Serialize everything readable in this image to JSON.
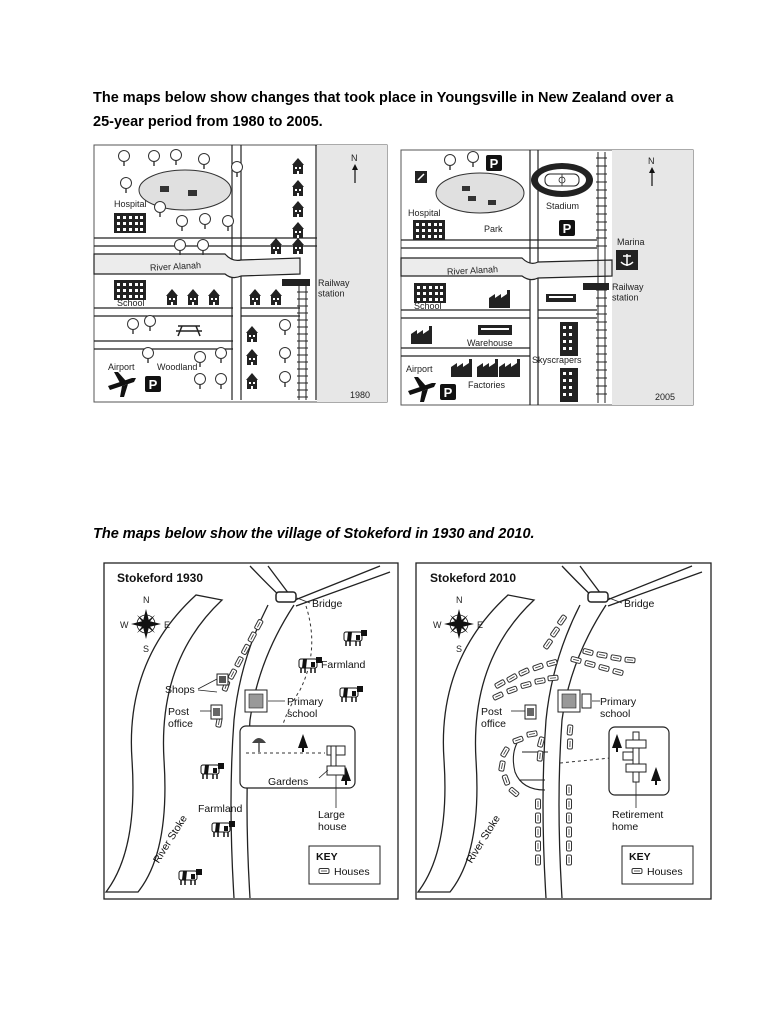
{
  "captions": {
    "youngsville": "The maps below show changes that took place in Youngsville in New Zealand over a 25-year period from 1980 to 2005.",
    "stokeford": "The maps below show the village of Stokeford in 1930 and 2010."
  },
  "youngsville_1980": {
    "year": "1980",
    "labels": {
      "north": "N",
      "hospital": "Hospital",
      "river": "River Alanah",
      "railway_station": "Railway station",
      "school": "School",
      "airport": "Airport",
      "woodland": "Woodland"
    }
  },
  "youngsville_2005": {
    "year": "2005",
    "labels": {
      "north": "N",
      "hospital": "Hospital",
      "park": "Park",
      "stadium": "Stadium",
      "marina": "Marina",
      "river": "River Alanah",
      "railway_station": "Railway station",
      "school": "School",
      "warehouse": "Warehouse",
      "skyscrapers": "Skyscrapers",
      "airport": "Airport",
      "factories": "Factories"
    }
  },
  "stokeford_1930": {
    "title": "Stokeford 1930",
    "labels": {
      "bridge": "Bridge",
      "farmland_top": "Farmland",
      "shops": "Shops",
      "post_office": "Post office",
      "primary_school": "Primary school",
      "gardens": "Gardens",
      "farmland_bottom": "Farmland",
      "large_house": "Large house",
      "river": "River Stoke"
    },
    "compass": {
      "n": "N",
      "s": "S",
      "e": "E",
      "w": "W"
    },
    "key": {
      "title": "KEY",
      "houses": "Houses"
    }
  },
  "stokeford_2010": {
    "title": "Stokeford 2010",
    "labels": {
      "bridge": "Bridge",
      "post_office": "Post office",
      "primary_school": "Primary school",
      "retirement_home": "Retirement home",
      "river": "River Stoke"
    },
    "compass": {
      "n": "N",
      "s": "S",
      "e": "E",
      "w": "W"
    },
    "key": {
      "title": "KEY",
      "houses": "Houses"
    }
  },
  "icon_names": [
    "tree-icon",
    "house-icon",
    "hospital-icon",
    "airplane-icon",
    "parking-icon",
    "picnic-table-icon",
    "stadium-icon",
    "anchor-icon",
    "factory-icon",
    "skyscraper-icon",
    "cow-icon",
    "compass-rose-icon",
    "railway-track-icon"
  ]
}
